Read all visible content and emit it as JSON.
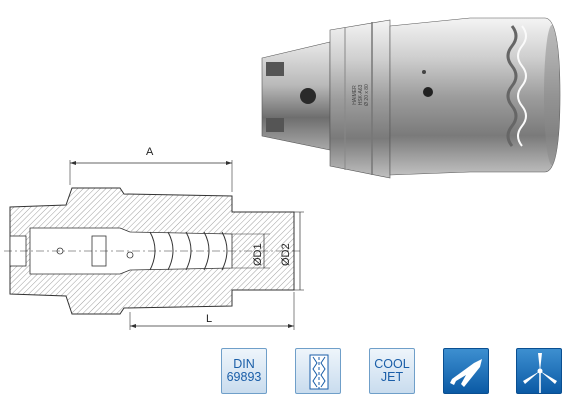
{
  "drawing": {
    "dim_a": "A",
    "dim_l": "L",
    "dim_d1": "ØD1",
    "dim_d2": "ØD2"
  },
  "photo": {
    "engraving": [
      "HAIMER",
      "HSK-A63",
      "Ø 20 x 80"
    ]
  },
  "badges": [
    {
      "kind": "text",
      "lines": [
        "DIN",
        "69893"
      ]
    },
    {
      "kind": "icon",
      "icon": "coolant-channel-icon"
    },
    {
      "kind": "text",
      "lines": [
        "COOL",
        "JET"
      ]
    },
    {
      "kind": "icon",
      "icon": "aerospace-plane-icon"
    },
    {
      "kind": "icon",
      "icon": "wind-turbine-icon"
    }
  ],
  "colors": {
    "badge_border": "#6f9fc9",
    "badge_text": "#1a5ea8",
    "badge_dark": "#0b5aa5",
    "line": "#333333"
  }
}
